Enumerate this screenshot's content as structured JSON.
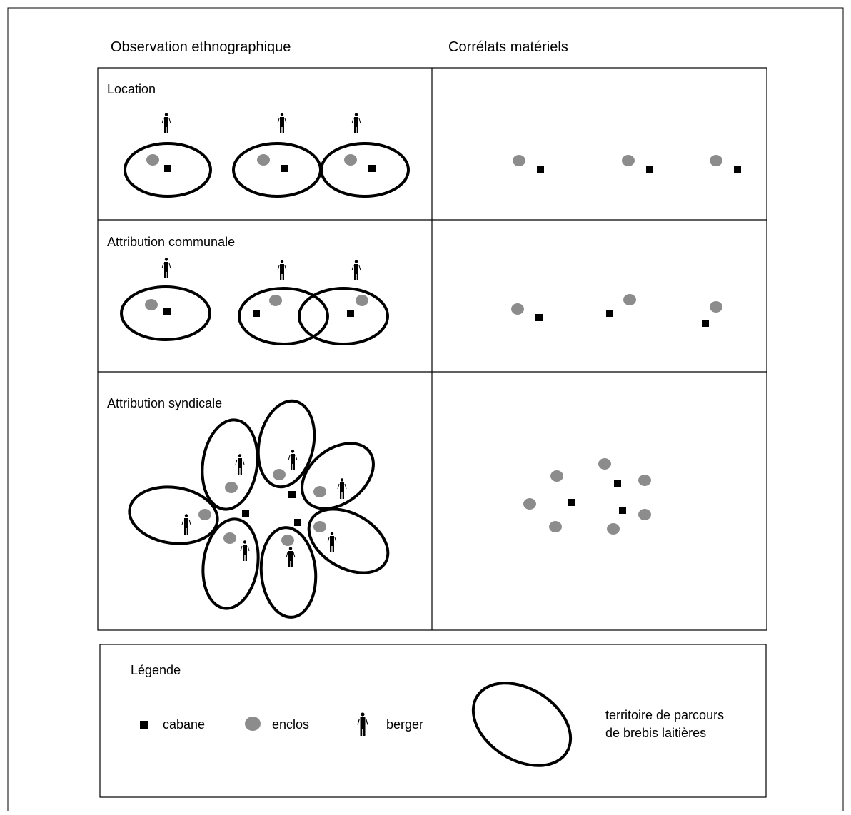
{
  "headers": {
    "left": "Observation ethnographique",
    "right": "Corrélats matériels"
  },
  "rows": [
    {
      "label": "Location"
    },
    {
      "label": "Attribution communale"
    },
    {
      "label": "Attribution syndicale"
    }
  ],
  "legend": {
    "title": "Légende",
    "cabane": "cabane",
    "enclos": "enclos",
    "berger": "berger",
    "territory_line1": "territoire de parcours",
    "territory_line2": "de brebis laitières"
  },
  "colors": {
    "stroke": "#000000",
    "enclos": "#8c8c8c",
    "cabane": "#000000"
  }
}
